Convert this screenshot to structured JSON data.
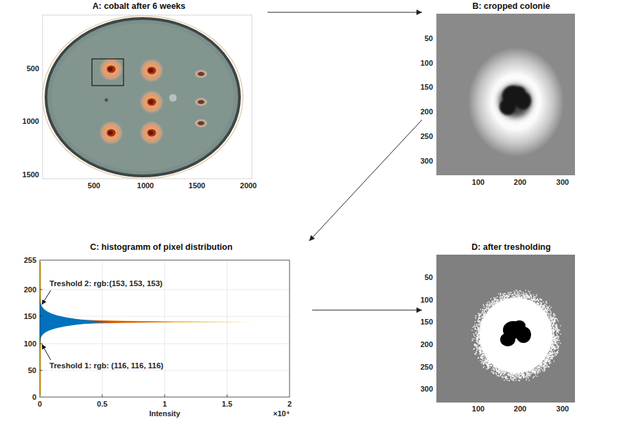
{
  "diagram": {
    "nodes": [
      {
        "text": [
          "A: cobalt after 6 weeks"
        ]
      },
      {
        "text": [
          "B: cropped colonie"
        ]
      },
      {
        "text": [
          "C: histogramm of pixel distribution"
        ]
      },
      {
        "text": [
          "D: after tresholding"
        ]
      }
    ],
    "edges": [
      {
        "from": 0,
        "to": 1,
        "arrow": "to"
      },
      {
        "from": 1,
        "to": 2,
        "arrow": "to"
      },
      {
        "from": 2,
        "to": 3,
        "arrow": "to"
      }
    ],
    "labels": [
      "500",
      "1000",
      "1500",
      "500",
      "1000",
      "1500",
      "2000",
      "50",
      "100",
      "150",
      "200",
      "250",
      "300",
      "100",
      "200",
      "300",
      "0",
      "50",
      "100",
      "150",
      "200",
      "255",
      "0",
      "0.5",
      "1",
      "1.5",
      "2",
      "Intensity",
      "×10⁴",
      "Treshold 2: rgb:(153, 153, 153)",
      "Treshold 1: rgb: (116, 116, 116)",
      "50",
      "100",
      "150",
      "200",
      "250",
      "300",
      "100",
      "200",
      "300"
    ]
  }
}
